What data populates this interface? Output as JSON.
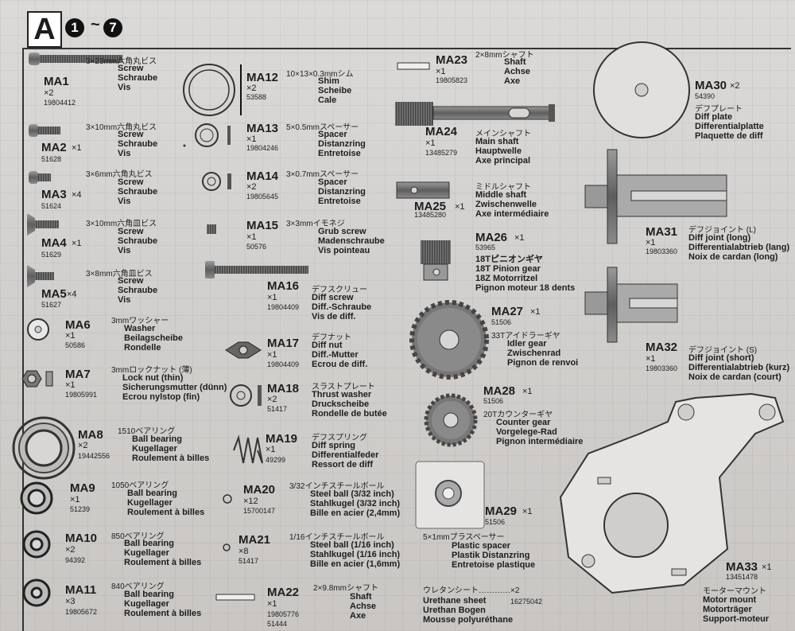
{
  "header": {
    "section": "A",
    "step_from": "1",
    "step_sep": "~",
    "step_to": "7"
  },
  "parts": [
    {
      "id": "MA1",
      "code": "MA1",
      "qty": "×2",
      "pn": "19804412",
      "ja": "3×23mm六角丸ビス",
      "names": [
        "Screw",
        "Schraube",
        "Vis"
      ]
    },
    {
      "id": "MA2",
      "code": "MA2",
      "qty": "×1",
      "pn": "51628",
      "ja": "3×10mm六角丸ビス",
      "names": [
        "Screw",
        "Schraube",
        "Vis"
      ]
    },
    {
      "id": "MA3",
      "code": "MA3",
      "qty": "×4",
      "pn": "51624",
      "ja": "3×6mm六角丸ビス",
      "names": [
        "Screw",
        "Schraube",
        "Vis"
      ]
    },
    {
      "id": "MA4",
      "code": "MA4",
      "qty": "×1",
      "pn": "51629",
      "ja": "3×10mm六角皿ビス",
      "names": [
        "Screw",
        "Schraube",
        "Vis"
      ]
    },
    {
      "id": "MA5",
      "code": "MA5",
      "qty": "×4",
      "pn": "51627",
      "ja": "3×8mm六角皿ビス",
      "names": [
        "Screw",
        "Schraube",
        "Vis"
      ]
    },
    {
      "id": "MA6",
      "code": "MA6",
      "qty": "×1",
      "pn": "50586",
      "ja": "3mmワッシャー",
      "names": [
        "Washer",
        "Beilagscheibe",
        "Rondelle"
      ]
    },
    {
      "id": "MA7",
      "code": "MA7",
      "qty": "×1",
      "pn": "19805991",
      "ja": "3mmロックナット (薄)",
      "names": [
        "Lock nut (thin)",
        "Sicherungsmutter (dünn)",
        "Ecrou nylstop (fin)"
      ]
    },
    {
      "id": "MA8",
      "code": "MA8",
      "qty": "×2",
      "pn": "19442556",
      "ja": "1510ベアリング",
      "names": [
        "Ball bearing",
        "Kugellager",
        "Roulement à billes"
      ]
    },
    {
      "id": "MA9",
      "code": "MA9",
      "qty": "×1",
      "pn": "51239",
      "ja": "1050ベアリング",
      "names": [
        "Ball bearing",
        "Kugellager",
        "Roulement à billes"
      ]
    },
    {
      "id": "MA10",
      "code": "MA10",
      "qty": "×2",
      "pn": "94392",
      "ja": "850ベアリング",
      "names": [
        "Ball bearing",
        "Kugellager",
        "Roulement à billes"
      ]
    },
    {
      "id": "MA11",
      "code": "MA11",
      "qty": "×3",
      "pn": "19805672",
      "ja": "840ベアリング",
      "names": [
        "Ball bearing",
        "Kugellager",
        "Roulement à billes"
      ]
    },
    {
      "id": "MA12",
      "code": "MA12",
      "qty": "×2",
      "pn": "53588",
      "ja": "10×13×0.3mmシム",
      "names": [
        "Shim",
        "Scheibe",
        "Cale"
      ]
    },
    {
      "id": "MA13",
      "code": "MA13",
      "qty": "×1",
      "pn": "19804246",
      "ja": "5×0.5mmスペーサー",
      "names": [
        "Spacer",
        "Distanzring",
        "Entretoise"
      ]
    },
    {
      "id": "MA14",
      "code": "MA14",
      "qty": "×2",
      "pn": "19805645",
      "ja": "3×0.7mmスペーサー",
      "names": [
        "Spacer",
        "Distanzring",
        "Entretoise"
      ]
    },
    {
      "id": "MA15",
      "code": "MA15",
      "qty": "×1",
      "pn": "50576",
      "ja": "3×3mmイモネジ",
      "names": [
        "Grub screw",
        "Madenschraube",
        "Vis pointeau"
      ]
    },
    {
      "id": "MA16",
      "code": "MA16",
      "qty": "×1",
      "pn": "19804409",
      "ja": "デフスクリュー",
      "names": [
        "Diff screw",
        "Diff.-Schraube",
        "Vis de diff."
      ]
    },
    {
      "id": "MA17",
      "code": "MA17",
      "qty": "×1",
      "pn": "19804409",
      "ja": "デフナット",
      "names": [
        "Diff nut",
        "Diff.-Mutter",
        "Ecrou de diff."
      ]
    },
    {
      "id": "MA18",
      "code": "MA18",
      "qty": "×2",
      "pn": "51417",
      "ja": "スラストプレート",
      "names": [
        "Thrust washer",
        "Druckscheibe",
        "Rondelle de butée"
      ]
    },
    {
      "id": "MA19",
      "code": "MA19",
      "qty": "×1",
      "pn": "49299",
      "ja": "デフスプリング",
      "names": [
        "Diff spring",
        "Differentialfeder",
        "Ressort de diff"
      ]
    },
    {
      "id": "MA20",
      "code": "MA20",
      "qty": "×12",
      "pn": "15700147",
      "ja": "3/32インチスチールボール",
      "names": [
        "Steel ball (3/32 inch)",
        "Stahlkugel (3/32 inch)",
        "Bille en acier (2,4mm)"
      ]
    },
    {
      "id": "MA21",
      "code": "MA21",
      "qty": "×8",
      "pn": "51417",
      "ja": "1/16インチスチールボール",
      "names": [
        "Steel ball (1/16 inch)",
        "Stahlkugel (1/16 inch)",
        "Bille en acier (1,6mm)"
      ]
    },
    {
      "id": "MA22",
      "code": "MA22",
      "qty": "×1",
      "pn": "19805776",
      "pn2": "51444",
      "ja": "2×9.8mmシャフト",
      "names": [
        "Shaft",
        "Achse",
        "Axe"
      ]
    },
    {
      "id": "MA23",
      "code": "MA23",
      "qty": "×1",
      "pn": "19805823",
      "ja": "2×8mmシャフト",
      "names": [
        "Shaft",
        "Achse",
        "Axe"
      ]
    },
    {
      "id": "MA24",
      "code": "MA24",
      "qty": "×1",
      "pn": "13485279",
      "ja": "メインシャフト",
      "names": [
        "Main shaft",
        "Hauptwelle",
        "Axe principal"
      ]
    },
    {
      "id": "MA25",
      "code": "MA25",
      "qty": "×1",
      "pn": "13485280",
      "ja": "ミドルシャフト",
      "names": [
        "Middle shaft",
        "Zwischenwelle",
        "Axe intermédiaire"
      ]
    },
    {
      "id": "MA26",
      "code": "MA26",
      "qty": "×1",
      "pn": "53965",
      "ja": "",
      "names": [
        "18Tピニオンギヤ",
        "18T Pinion gear",
        "18Z Motorritzel",
        "Pignon moteur 18 dents"
      ]
    },
    {
      "id": "MA27",
      "code": "MA27",
      "qty": "×1",
      "pn": "51506",
      "ja": "33Tアイドラーギヤ",
      "names": [
        "Idler gear",
        "Zwischenrad",
        "Pignon de renvoi"
      ]
    },
    {
      "id": "MA28",
      "code": "MA28",
      "qty": "×1",
      "pn": "51506",
      "ja": "20Tカウンターギヤ",
      "names": [
        "Counter gear",
        "Vorgelege-Rad",
        "Pignon intermédiaire"
      ]
    },
    {
      "id": "MA29",
      "code": "MA29",
      "qty": "×1",
      "pn": "51506",
      "ja": "5×1mmプラスペーサー",
      "names": [
        "Plastic spacer",
        "Plastik Distanzring",
        "Entretoise plastique"
      ]
    },
    {
      "id": "MA30",
      "code": "MA30",
      "qty": "×2",
      "pn": "54390",
      "ja": "デフプレート",
      "names": [
        "Diff plate",
        "Differentialplatte",
        "Plaquette de diff"
      ]
    },
    {
      "id": "MA31",
      "code": "MA31",
      "qty": "×1",
      "pn": "19803360",
      "ja": "デフジョイント (L)",
      "names": [
        "Diff joint (long)",
        "Differentialabtrieb (lang)",
        "Noix de cardan (long)"
      ]
    },
    {
      "id": "MA32",
      "code": "MA32",
      "qty": "×1",
      "pn": "19803360",
      "ja": "デフジョイント (S)",
      "names": [
        "Diff joint (short)",
        "Differentialabtrieb (kurz)",
        "Noix de cardan (court)"
      ]
    },
    {
      "id": "MA33",
      "code": "MA33",
      "qty": "×1",
      "pn": "13451478",
      "ja": "モーターマウント",
      "names": [
        "Motor mount",
        "Motorträger",
        "Support-moteur"
      ]
    }
  ],
  "urethane": {
    "ja": "ウレタンシート…………×2",
    "pn": "16275042",
    "names": [
      "Urethane sheet",
      "Urethan Bogen",
      "Mousse polyuréthane"
    ]
  }
}
